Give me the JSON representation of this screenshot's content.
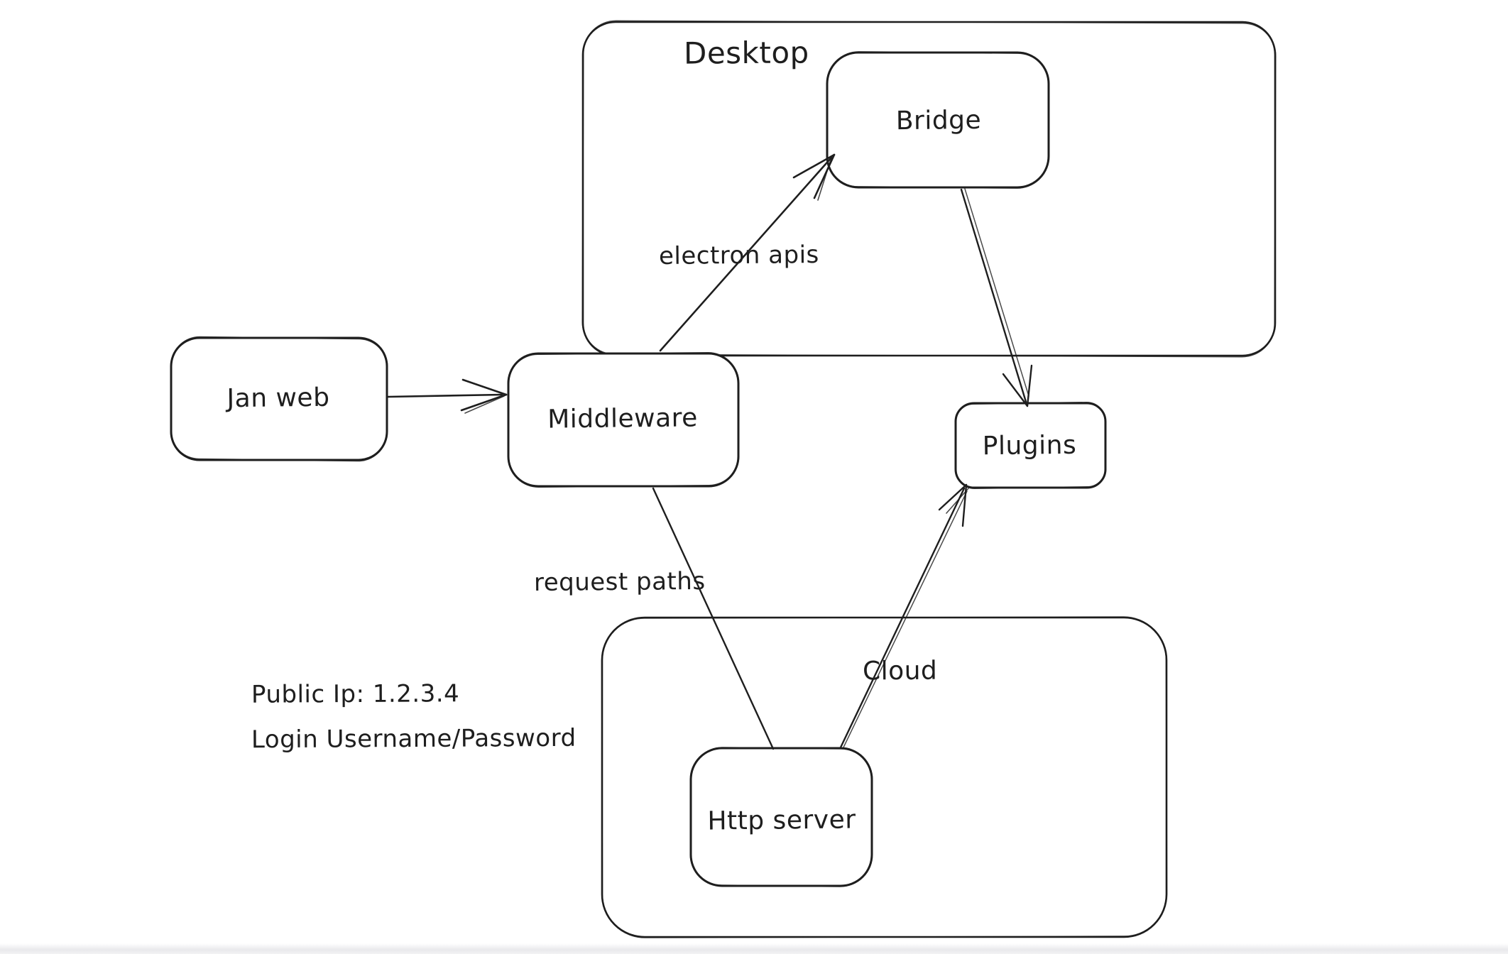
{
  "app": {
    "type": "hand-drawn architecture diagram",
    "background": "#ffffff",
    "stroke_color": "#1e1e1e",
    "window_edge_color": "#ececef"
  },
  "containers": [
    {
      "id": "desktop",
      "label": "Desktop"
    },
    {
      "id": "cloud",
      "label": "Cloud"
    }
  ],
  "nodes": [
    {
      "id": "jan-web",
      "label": "Jan web"
    },
    {
      "id": "middleware",
      "label": "Middleware"
    },
    {
      "id": "bridge",
      "label": "Bridge"
    },
    {
      "id": "plugins",
      "label": "Plugins"
    },
    {
      "id": "http-server",
      "label": "Http server"
    }
  ],
  "edges": [
    {
      "from": "jan-web",
      "to": "middleware",
      "label": ""
    },
    {
      "from": "middleware",
      "to": "bridge",
      "label": "electron apis"
    },
    {
      "from": "bridge",
      "to": "plugins",
      "label": ""
    },
    {
      "from": "middleware",
      "to": "http-server",
      "label": "request paths"
    },
    {
      "from": "http-server",
      "to": "plugins",
      "label": ""
    }
  ],
  "annotations": [
    {
      "text": "Public Ip: 1.2.3.4"
    },
    {
      "text": "Login Username/Password"
    }
  ]
}
